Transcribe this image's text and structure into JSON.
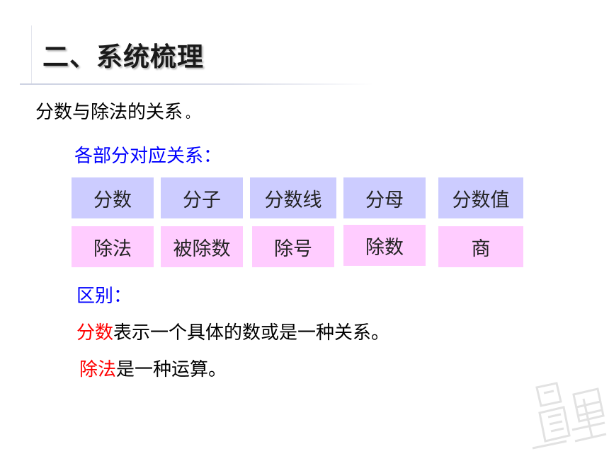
{
  "title": "二、系统梳理",
  "heading": {
    "text": "分数与除法的关系",
    "dot": "。"
  },
  "correspondence_label": "各部分对应关系：",
  "fraction_row": [
    "分数",
    "分子",
    "分数线",
    "分母",
    "分数值"
  ],
  "division_row": [
    "除法",
    "被除数",
    "除号",
    "除数",
    "商"
  ],
  "difference_label": "区别：",
  "difference_lines": [
    {
      "highlight": "分数",
      "rest": "表示一个具体的数或是一种关系。"
    },
    {
      "highlight": "除法",
      "rest": "是一种运算。"
    }
  ],
  "colors": {
    "fraction_box": "#ccccff",
    "division_box": "#ffccff",
    "label_blue": "#0000ff",
    "highlight_red": "#ff0000"
  },
  "watermark_icon": "stamp-watermark-icon"
}
